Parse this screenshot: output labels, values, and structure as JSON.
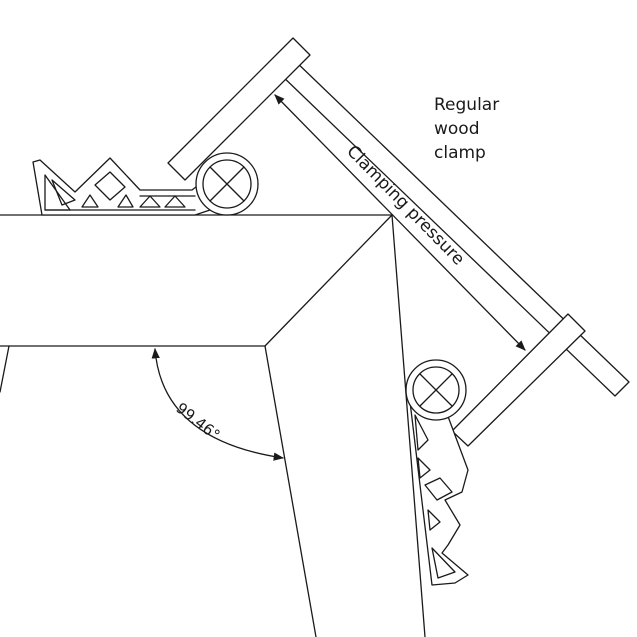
{
  "labels": {
    "clamp_line1": "Regular",
    "clamp_line2": "wood",
    "clamp_line3": "clamp",
    "pressure": "Clamping pressure",
    "angle": "99.46°"
  },
  "colors": {
    "stroke": "#1a1a1a",
    "background": "#ffffff"
  }
}
